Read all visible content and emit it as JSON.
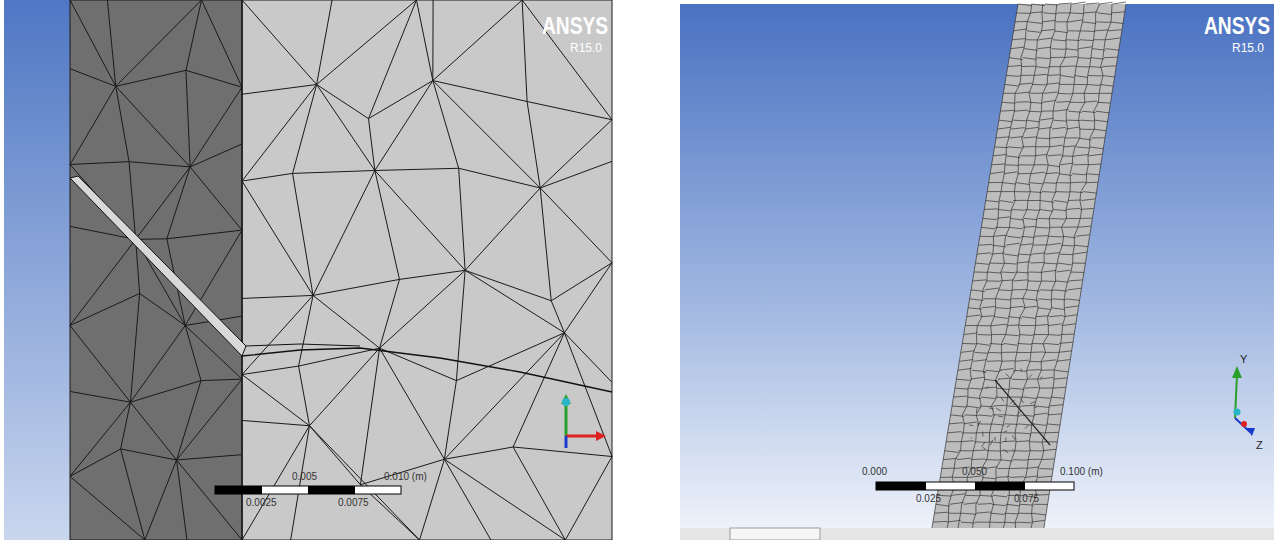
{
  "diagram": {
    "labels": [
      "ANSYS",
      "R15.0",
      "0.005",
      "0.010 (m)",
      "0.0025",
      "0.0075",
      "ANSYS",
      "R15.0",
      "0.000",
      "0.050",
      "0.100 (m)",
      "0.025",
      "0.075",
      "Y",
      "Z"
    ]
  }
}
